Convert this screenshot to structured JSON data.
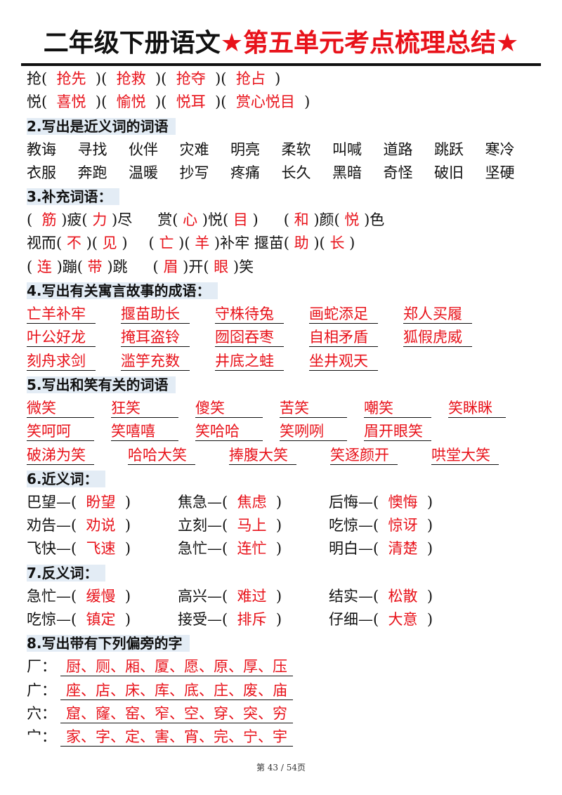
{
  "title": {
    "black": "二年级下册语文",
    "red": "★第五单元考点梳理总结★"
  },
  "intro": [
    {
      "head": "抢",
      "items": [
        "抢先",
        "抢救",
        "抢夺",
        "抢占"
      ]
    },
    {
      "head": "悦",
      "items": [
        "喜悦",
        "愉悦",
        "悦耳",
        "赏心悦目"
      ]
    }
  ],
  "s2": {
    "heading": "2.写出是近义词的词语",
    "rows": [
      [
        "教诲",
        "寻找",
        "伙伴",
        "灾难",
        "明亮",
        "柔软",
        "叫喊",
        "道路",
        "跳跃",
        "寒冷"
      ],
      [
        "衣服",
        "奔跑",
        "温暖",
        "抄写",
        "疼痛",
        "长久",
        "黑暗",
        "奇怪",
        "破旧",
        "坚硬"
      ]
    ]
  },
  "s3": {
    "heading": "3.补充词语：",
    "r1": {
      "a1": "筋",
      "a2": "疲(",
      "a3": "力",
      "a4": ")尽",
      "b1": "赏(",
      "b2": "心",
      "b3": ")悦(",
      "b4": "目",
      "b5": ")",
      "c1": "(",
      "c2": "和",
      "c3": ")颜(",
      "c4": "悦",
      "c5": ")色"
    },
    "r2": {
      "a1": "视而(",
      "a2": "不",
      "a3": ")(",
      "a4": "见",
      "a5": ")",
      "b1": "(",
      "b2": "亡",
      "b3": ")(",
      "b4": "羊",
      "b5": ")补牢",
      "c1": "揠苗(",
      "c2": "助",
      "c3": ")(",
      "c4": "长",
      "c5": ")"
    },
    "r3": {
      "a1": "(",
      "a2": "连",
      "a3": ")蹦(",
      "a4": "带",
      "a5": ")跳",
      "b1": "(",
      "b2": "眉",
      "b3": ")开(",
      "b4": "眼",
      "b5": ")笑"
    }
  },
  "s4": {
    "heading": "4.写出有关寓言故事的成语：",
    "rows": [
      [
        "亡羊补牢",
        "揠苗助长",
        "守株待兔",
        "画蛇添足",
        "郑人买履"
      ],
      [
        "叶公好龙",
        "掩耳盗铃",
        "囫囵吞枣",
        "自相矛盾",
        "狐假虎威"
      ],
      [
        "刻舟求剑",
        "滥竽充数",
        "井底之蛙",
        "坐井观天"
      ]
    ]
  },
  "s5": {
    "heading": "5.写出和笑有关的词语",
    "rows": [
      [
        "微笑",
        "狂笑",
        "傻笑",
        "苦笑",
        "嘲笑",
        "笑眯眯"
      ],
      [
        "笑呵呵",
        "笑嘻嘻",
        "笑哈哈",
        "笑咧咧",
        "眉开眼笑"
      ],
      [
        "破涕为笑",
        "哈哈大笑",
        "捧腹大笑",
        "笑逐颜开",
        "哄堂大笑"
      ]
    ]
  },
  "s6": {
    "heading": "6.近义词：",
    "rows": [
      [
        [
          "巴望",
          "盼望"
        ],
        [
          "焦急",
          "焦虑"
        ],
        [
          "后悔",
          "懊悔"
        ]
      ],
      [
        [
          "劝告",
          "劝说"
        ],
        [
          "立刻",
          "马上"
        ],
        [
          "吃惊",
          "惊讶"
        ]
      ],
      [
        [
          "飞快",
          "飞速"
        ],
        [
          "急忙",
          "连忙"
        ],
        [
          "明白",
          "清楚"
        ]
      ]
    ]
  },
  "s7": {
    "heading": "7.反义词：",
    "rows": [
      [
        [
          "急忙",
          "缓慢"
        ],
        [
          "高兴",
          "难过"
        ],
        [
          "结实",
          "松散"
        ]
      ],
      [
        [
          "吃惊",
          "镇定"
        ],
        [
          "接受",
          "排斥"
        ],
        [
          "仔细",
          "大意"
        ]
      ]
    ]
  },
  "s8": {
    "heading": "8.写出带有下列偏旁的字",
    "rows": [
      [
        "厂：",
        "厨、厕、厢、厦、愿、原、厚、压"
      ],
      [
        "广：",
        "座、店、床、库、底、庄、废、庙"
      ],
      [
        "穴：",
        "窟、窿、窑、窄、空、穿、突、穷"
      ],
      [
        "宀：",
        "家、字、定、害、宵、完、宁、宇"
      ]
    ]
  },
  "footer": "第 43 / 54页"
}
